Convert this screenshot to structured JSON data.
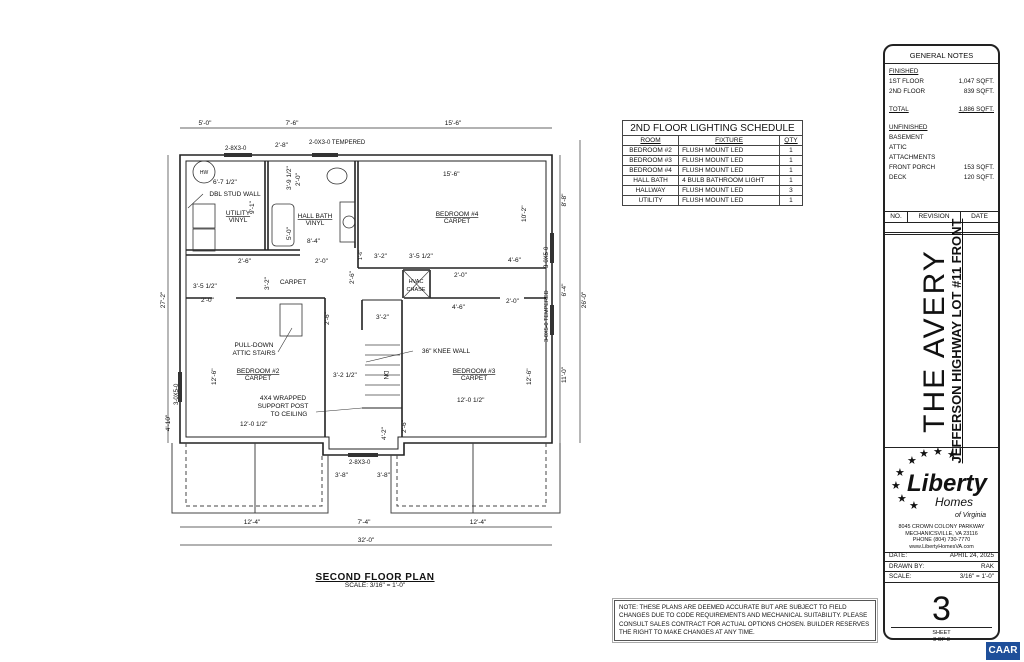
{
  "plan": {
    "title": "SECOND FLOOR PLAN",
    "scale": "SCALE: 3/16\" = 1'-0\"",
    "dimensions": {
      "top": [
        "5'-0\"",
        "7'-6\"",
        "15'-6\""
      ],
      "bottom": [
        "12'-4\"",
        "7'-4\"",
        "12'-4\"",
        "32'-0\""
      ],
      "left": [
        "27'-2\"",
        "4'-10\""
      ],
      "right": [
        "8'-8\"",
        "6'-4\"",
        "11'-0\"",
        "26'-0\""
      ],
      "interior": [
        "2'-8\"",
        "6'-7 1/2\"",
        "9'-1\"",
        "3'-9 1/2\"",
        "2'-0\"",
        "5'-0\"",
        "8'-4\"",
        "2'-6\"",
        "2'-0\"",
        "3'-2\"",
        "3'-5 1/2\"",
        "3'-2\"",
        "3'-5 1/2\"",
        "2'-6\"",
        "15'-6\"",
        "10'-2\"",
        "4'-6\"",
        "2'-0\"",
        "2'-0\"",
        "4'-6\"",
        "2'-0\"",
        "2'-6\"",
        "12'-6\"",
        "12'-0 1/2\"",
        "3'-2 1/2\"",
        "3'-2\"",
        "12'-6\"",
        "12'-0 1/2\"",
        "4'-2\"",
        "2'-6\"",
        "3'-8\"",
        "3'-8\"",
        "1'-6\""
      ]
    },
    "windows": [
      "2-8X3-0",
      "2-0X3-0 TEMPERED",
      "3-0X5-0",
      "3-0X5-0 TEMPERED",
      "3-0X5-0",
      "2-8X3-0"
    ],
    "labels": {
      "hw": "HW",
      "dbl_stud": "DBL STUD WALL",
      "utility": "UTILITY",
      "utility_floor": "VINYL",
      "hall_bath": "HALL BATH",
      "hall_bath_floor": "VINYL",
      "hall_carpet": "CARPET",
      "bedroom4": "BEDROOM #4",
      "bedroom4_floor": "CARPET",
      "hvac": "HVAC",
      "chase": "CHASE",
      "attic": "PULL-DOWN",
      "attic2": "ATTIC STAIRS",
      "bedroom2": "BEDROOM #2",
      "bedroom2_floor": "CARPET",
      "knee_wall": "36\" KNEE WALL",
      "dn": "DN",
      "bedroom3": "BEDROOM #3",
      "bedroom3_floor": "CARPET",
      "post1": "4X4 WRAPPED",
      "post2": "SUPPORT POST",
      "post3": "TO CEILING"
    }
  },
  "lighting_schedule": {
    "title": "2ND FLOOR LIGHTING SCHEDULE",
    "headers": [
      "ROOM",
      "FIXTURE",
      "QTY"
    ],
    "rows": [
      [
        "BEDROOM #2",
        "FLUSH MOUNT LED",
        "1"
      ],
      [
        "BEDROOM #3",
        "FLUSH MOUNT LED",
        "1"
      ],
      [
        "BEDROOM #4",
        "FLUSH MOUNT LED",
        "1"
      ],
      [
        "HALL BATH",
        "4 BULB BATHROOM LIGHT",
        "1"
      ],
      [
        "HALLWAY",
        "FLUSH MOUNT LED",
        "3"
      ],
      [
        "UTILITY",
        "FLUSH MOUNT LED",
        "1"
      ]
    ]
  },
  "note": "NOTE: THESE PLANS ARE DEEMED ACCURATE BUT ARE SUBJECT TO FIELD CHANGES DUE TO CODE REQUIREMENTS AND MECHANICAL SUITABILITY. PLEASE CONSULT SALES CONTRACT FOR ACTUAL OPTIONS CHOSEN. BUILDER RESERVES THE RIGHT TO MAKE CHANGES AT ANY TIME.",
  "title_block": {
    "general_notes": "GENERAL NOTES",
    "finished": "FINISHED",
    "first_floor": {
      "label": "1ST FLOOR",
      "value": "1,047 SQFT."
    },
    "second_floor": {
      "label": "2ND FLOOR",
      "value": "839 SQFT."
    },
    "total": {
      "label": "TOTAL",
      "value": "1,886 SQFT."
    },
    "unfinished": "UNFINISHED",
    "basement": "BASEMENT",
    "attic": "ATTIC",
    "attachments": "ATTACHMENTS",
    "front_porch": {
      "label": "FRONT PORCH",
      "value": "153 SQFT."
    },
    "deck": {
      "label": "DECK",
      "value": "120 SQFT."
    },
    "revision_headers": [
      "NO.",
      "REVISION",
      "DATE"
    ],
    "project_name": "THE AVERY",
    "project_location": "JEFFERSON HIGHWAY LOT #11 FRONT",
    "logo_text": {
      "main": "Liberty",
      "sub": "Homes",
      "tag": "of Virginia"
    },
    "address": [
      "8045 CROWN COLONY PARKWAY",
      "MECHANICSVILLE, VA 23116",
      "PHONE (804) 730-7770",
      "www.LibertyHomesVA.com"
    ],
    "date": {
      "label": "DATE:",
      "value": "APRIL 24, 2025"
    },
    "drawn_by": {
      "label": "DRAWN BY:",
      "value": "RAK"
    },
    "scale": {
      "label": "SCALE:",
      "value": "3/16\" = 1'-0\""
    },
    "sheet_number": "3",
    "sheet_label": "SHEET",
    "sheet_of": "3 OF 8"
  },
  "badge": "CAAR",
  "colors": {
    "line": "#222222",
    "badge": "#1f4f9a"
  }
}
